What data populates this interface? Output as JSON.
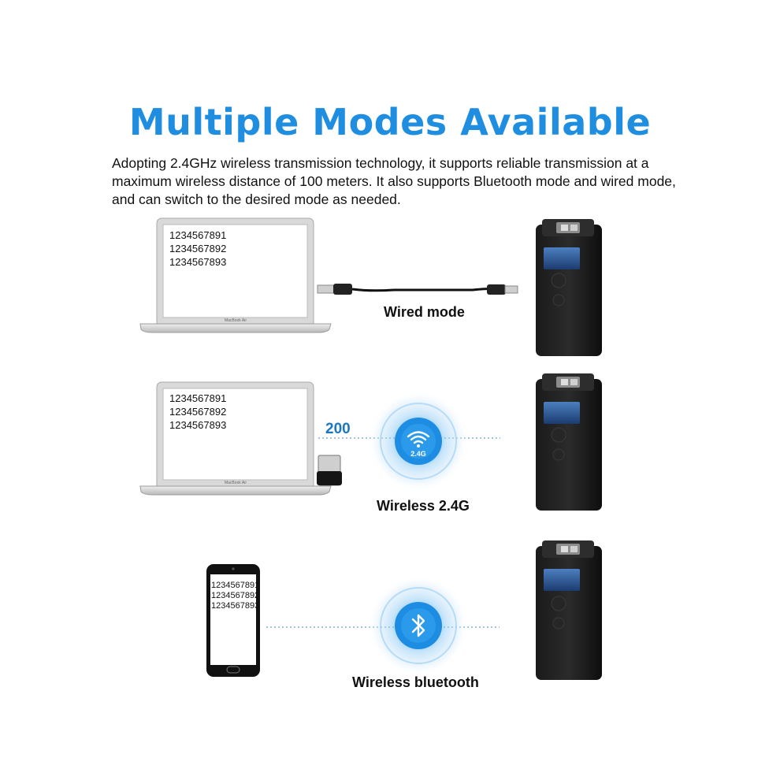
{
  "title": "Multiple Modes Available",
  "description": "Adopting 2.4GHz wireless transmission technology, it supports reliable transmission at a maximum wireless distance of 100 meters. It also supports Bluetooth mode and wired mode, and can switch to the desired mode as needed.",
  "screen_lines": [
    "1234567891",
    "1234567892",
    "1234567893"
  ],
  "modes": {
    "wired": {
      "label": "Wired mode"
    },
    "wireless": {
      "label": "Wireless 2.4G",
      "distance": "200",
      "badge": "2.4G"
    },
    "bluetooth": {
      "label": "Wireless bluetooth"
    }
  },
  "colors": {
    "title": "#1f8ee0",
    "accent": "#1a78c2",
    "halo": "#2a9ae8"
  },
  "icons": [
    "laptop-icon",
    "usb-cable-icon",
    "usb-dongle-icon",
    "wifi-icon",
    "bluetooth-icon",
    "smartphone-icon",
    "barcode-scanner-icon"
  ]
}
